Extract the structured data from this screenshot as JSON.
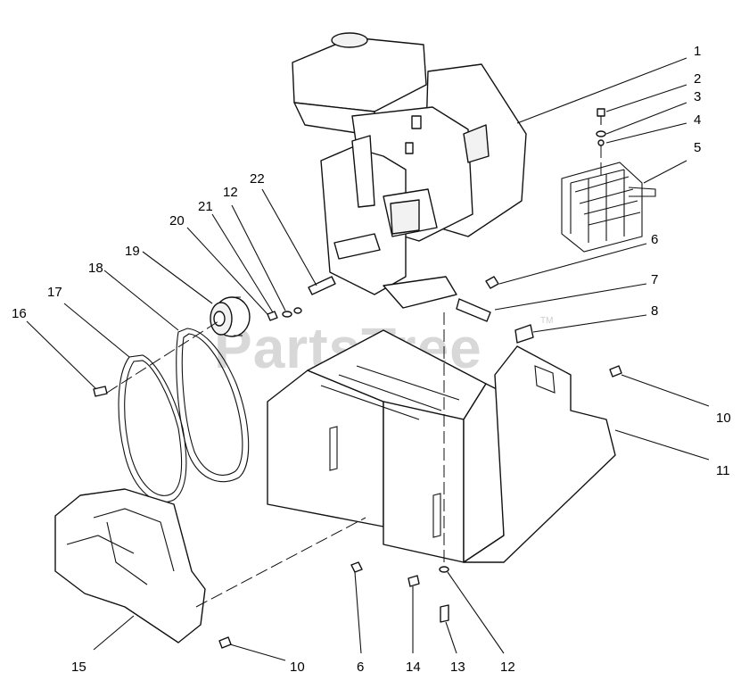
{
  "watermark": {
    "text": "PartsTree",
    "tm": "TM",
    "color": "#d8d8d8"
  },
  "callouts": [
    "1",
    "2",
    "3",
    "4",
    "5",
    "6",
    "7",
    "8",
    "10",
    "11",
    "12",
    "21",
    "22",
    "20",
    "19",
    "18",
    "17",
    "16",
    "15",
    "10",
    "6",
    "14",
    "13",
    "12"
  ],
  "colors": {
    "line": "#111111",
    "background": "#ffffff"
  }
}
